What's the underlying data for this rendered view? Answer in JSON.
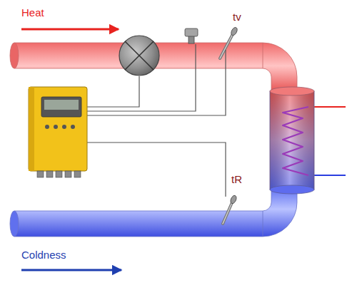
{
  "diagram": {
    "labels": [
      "Heat",
      "tv",
      "tR",
      "Coldness"
    ]
  }
}
